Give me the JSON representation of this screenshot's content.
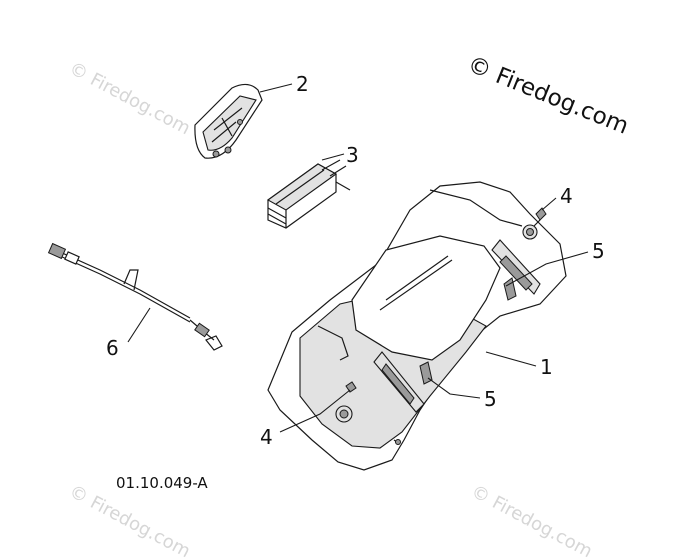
{
  "diagram": {
    "part_code": "01.10.049-A",
    "watermark_main": "© Firedog.com",
    "watermark_faint": "© Firedog.com",
    "callouts": {
      "c1": "1",
      "c2": "2",
      "c3": "3",
      "c4_top": "4",
      "c4_bottom": "4",
      "c5_top": "5",
      "c5_bottom": "5",
      "c6": "6"
    }
  }
}
